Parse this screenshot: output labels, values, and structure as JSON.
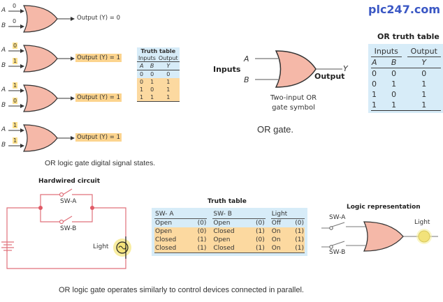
{
  "brand": "plc247.com",
  "signal_states": {
    "caption": "OR logic gate digital signal states.",
    "input_labels": {
      "a": "A",
      "b": "B"
    },
    "gates": [
      {
        "a": "0",
        "b": "0",
        "output": "Output (Y) = 0",
        "highlight": false
      },
      {
        "a": "0",
        "b": "1",
        "output": "Output (Y) = 1",
        "highlight": true
      },
      {
        "a": "1",
        "b": "0",
        "output": "Output (Y) = 1",
        "highlight": true
      },
      {
        "a": "1",
        "b": "1",
        "output": "Output (Y) = 1",
        "highlight": true
      }
    ],
    "truth_table": {
      "title": "Truth table",
      "group_inputs": "Inputs",
      "group_output": "Output",
      "headers": [
        "A",
        "B",
        "Y"
      ],
      "rows": [
        [
          "0",
          "0",
          "0"
        ],
        [
          "0",
          "1",
          "1"
        ],
        [
          "1",
          "0",
          "1"
        ],
        [
          "1",
          "1",
          "1"
        ]
      ]
    }
  },
  "symbol": {
    "inputs_label": "Inputs",
    "output_label": "Output",
    "a": "A",
    "b": "B",
    "y": "Y",
    "desc_line1": "Two-input OR",
    "desc_line2": "gate symbol",
    "caption": "OR gate."
  },
  "or_truth_table": {
    "title": "OR truth table",
    "group_inputs": "Inputs",
    "group_output": "Output",
    "headers": [
      "A",
      "B",
      "Y"
    ],
    "rows": [
      [
        "0",
        "0",
        "0"
      ],
      [
        "0",
        "1",
        "1"
      ],
      [
        "1",
        "0",
        "1"
      ],
      [
        "1",
        "1",
        "1"
      ]
    ]
  },
  "hardwired": {
    "title": "Hardwired circuit",
    "sw_a": "SW-A",
    "sw_b": "SW-B",
    "light": "Light"
  },
  "switch_table": {
    "title": "Truth table",
    "headers": [
      "SW- A",
      "SW- B",
      "Light"
    ],
    "rows": [
      [
        "Open",
        "(0)",
        "Open",
        "(0)",
        "Off",
        "(0)"
      ],
      [
        "Open",
        "(0)",
        "Closed",
        "(1)",
        "On",
        "(1)"
      ],
      [
        "Closed",
        "(1)",
        "Open",
        "(0)",
        "On",
        "(1)"
      ],
      [
        "Closed",
        "(1)",
        "Closed",
        "(1)",
        "On",
        "(1)"
      ]
    ]
  },
  "logic_rep": {
    "title": "Logic representation",
    "sw_a": "SW-A",
    "sw_b": "SW-B",
    "light": "Light"
  },
  "bottom_caption": "OR logic gate operates similarly to control devices connected in parallel.",
  "colors": {
    "gate_fill": "#f5b8a8",
    "highlight": "#fcd48e",
    "table_blue": "#d7ecf8",
    "circuit_red": "#e05a66",
    "brand_blue": "#3a57c4"
  }
}
